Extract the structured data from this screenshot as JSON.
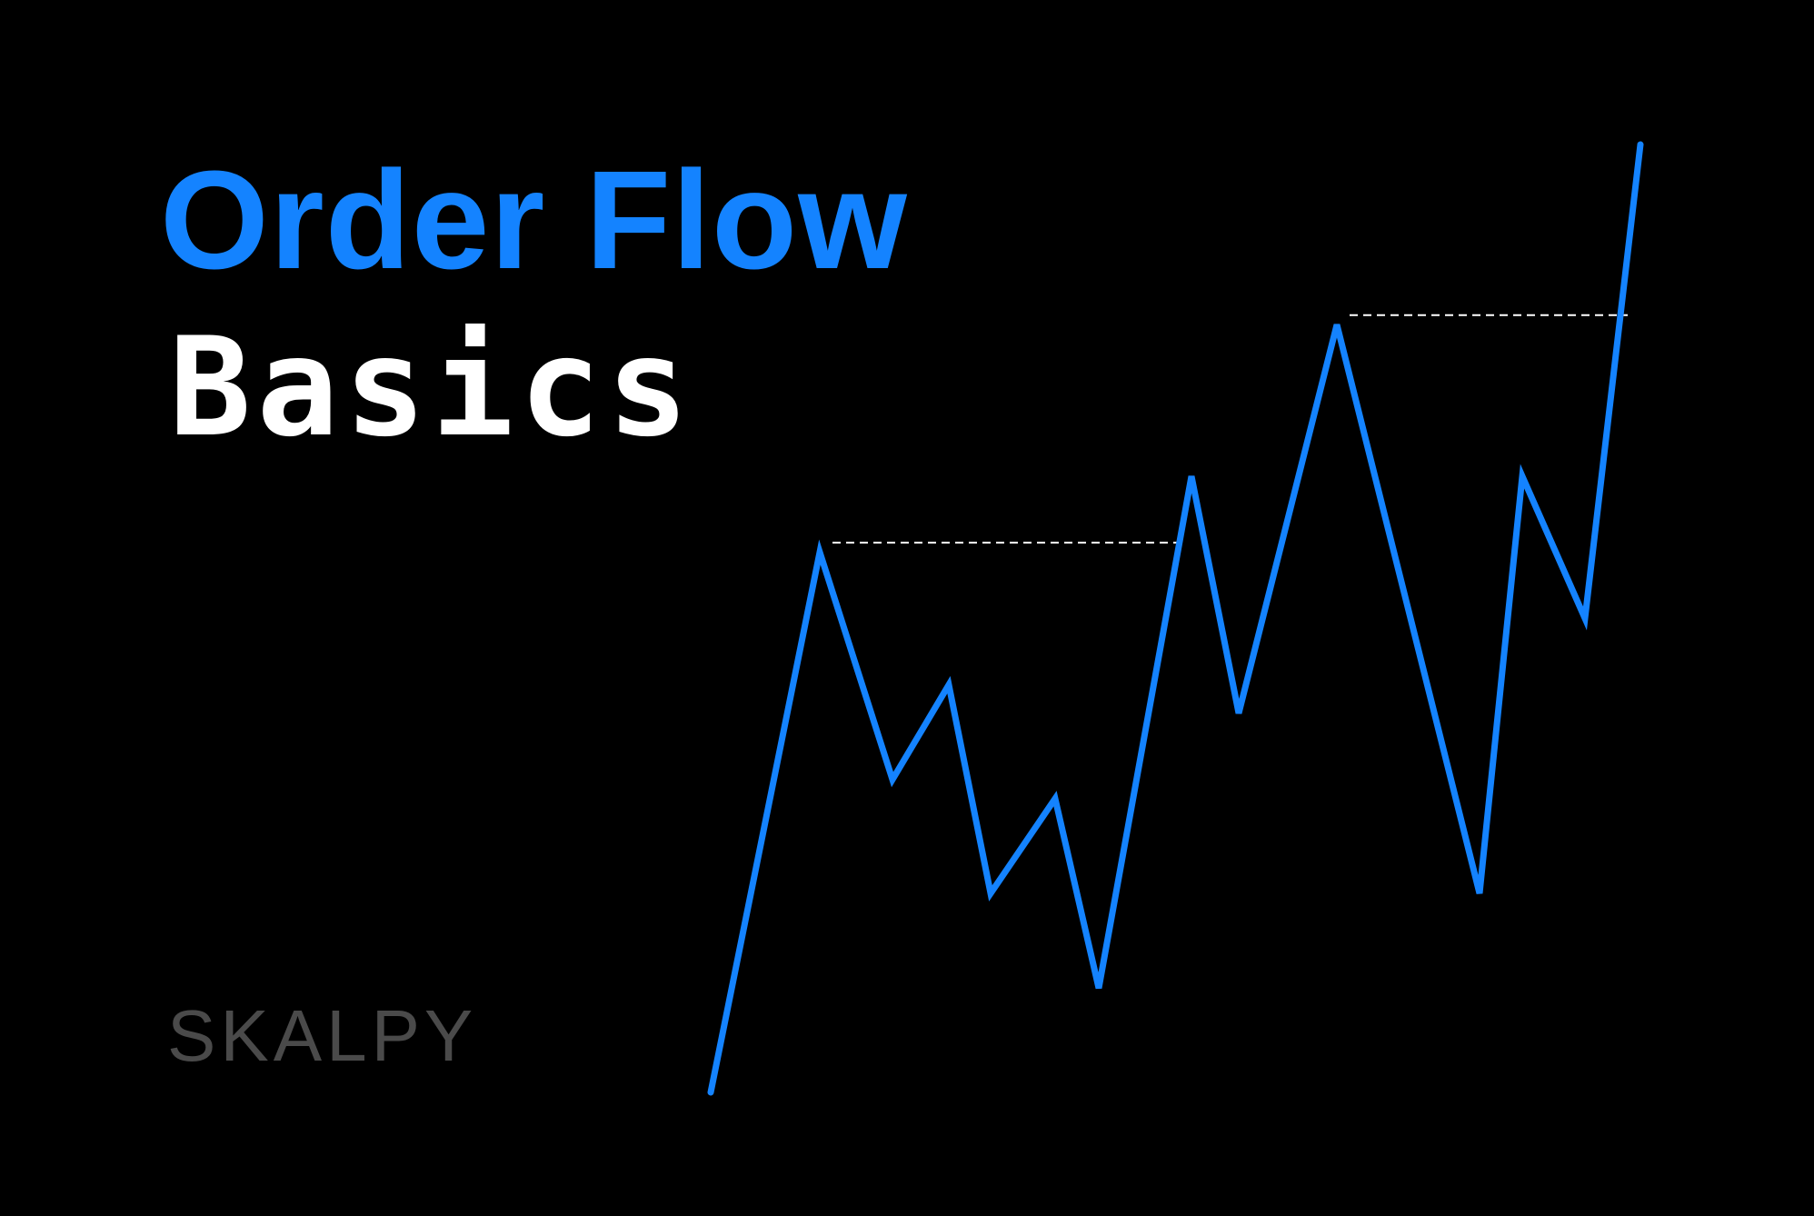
{
  "title": "Order Flow",
  "subtitle": "Basics",
  "brand": "SKALPY",
  "colors": {
    "background": "#000000",
    "accent": "#1483ff",
    "title": "#1483ff",
    "subtitle": "#ffffff",
    "brand": "#4a4a4a",
    "level_line": "#ffffff"
  },
  "illustration": {
    "type": "price-zigzag",
    "price_path": [
      [
        0,
        0.0
      ],
      [
        1,
        0.57
      ],
      [
        2,
        0.33
      ],
      [
        3,
        0.43
      ],
      [
        4,
        0.21
      ],
      [
        5,
        0.31
      ],
      [
        6,
        0.11
      ],
      [
        7,
        0.65
      ],
      [
        8,
        0.4
      ],
      [
        9,
        0.81
      ],
      [
        10,
        0.21
      ],
      [
        11,
        0.65
      ],
      [
        12,
        0.5
      ],
      [
        13,
        1.0
      ]
    ],
    "resistance_levels": [
      {
        "value": 0.58,
        "from": 1,
        "to": 7
      },
      {
        "value": 0.82,
        "from": 9,
        "to": 13
      }
    ]
  }
}
